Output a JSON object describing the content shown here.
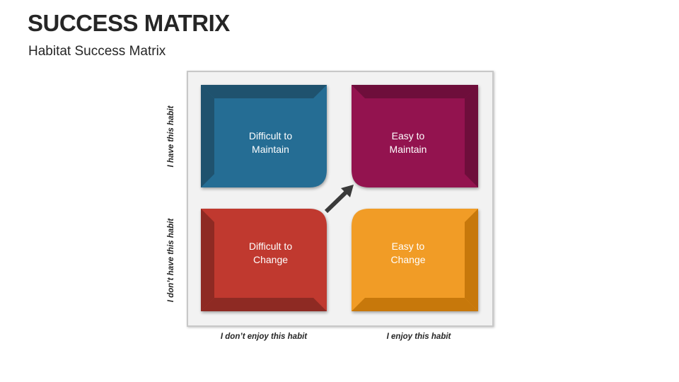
{
  "title": "SUCCESS MATRIX",
  "subtitle": "Habitat Success Matrix",
  "quadrants": [
    {
      "line1": "Difficult to",
      "line2": "Maintain",
      "color": "#256d94",
      "dark": "#1f526e"
    },
    {
      "line1": "Easy to",
      "line2": "Maintain",
      "color": "#93134f",
      "dark": "#6e0e3b"
    },
    {
      "line1": "Difficult to",
      "line2": "Change",
      "color": "#c0392f",
      "dark": "#8e2a23"
    },
    {
      "line1": "Easy to",
      "line2": "Change",
      "color": "#f19c26",
      "dark": "#c7780b"
    }
  ],
  "axes": {
    "y_top": "I have this habit",
    "y_bottom": "I don’t have this habit",
    "x_left": "I don’t enjoy this habit",
    "x_right": "I enjoy this habit"
  }
}
